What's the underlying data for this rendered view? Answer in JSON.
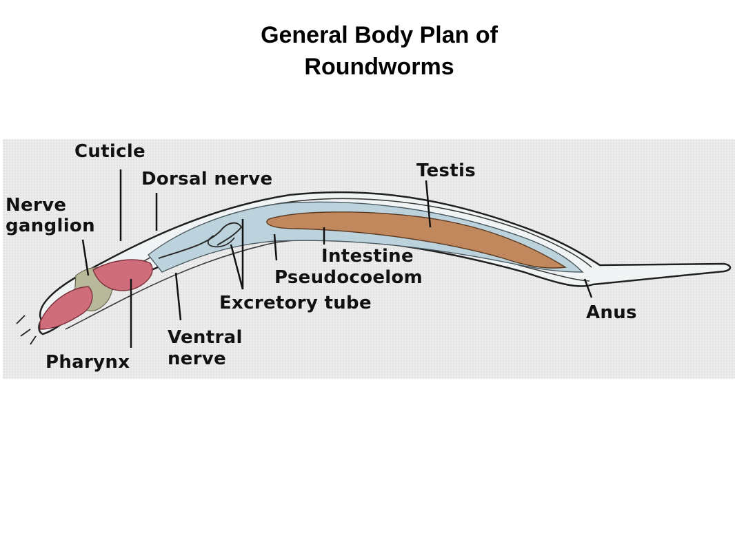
{
  "title": {
    "line1": "General Body Plan of",
    "line2": "Roundworms"
  },
  "labels": {
    "cuticle": "Cuticle",
    "dorsal_nerve": "Dorsal nerve",
    "nerve_ganglion_line1": "Nerve",
    "nerve_ganglion_line2": "ganglion",
    "testis": "Testis",
    "intestine": "Intestine",
    "pseudocoelom": "Pseudocoelom",
    "excretory_tube": "Excretory tube",
    "anus": "Anus",
    "ventral_nerve_line1": "Ventral",
    "ventral_nerve_line2": "nerve",
    "pharynx": "Pharynx"
  },
  "colors": {
    "body_fill": "#f1f4f5",
    "cavity": "#bcd3dd",
    "intestine": "#c2885d",
    "pharynx": "#cf6e7a",
    "ganglion": "#b8b89a",
    "outline": "#1f1f1f"
  }
}
